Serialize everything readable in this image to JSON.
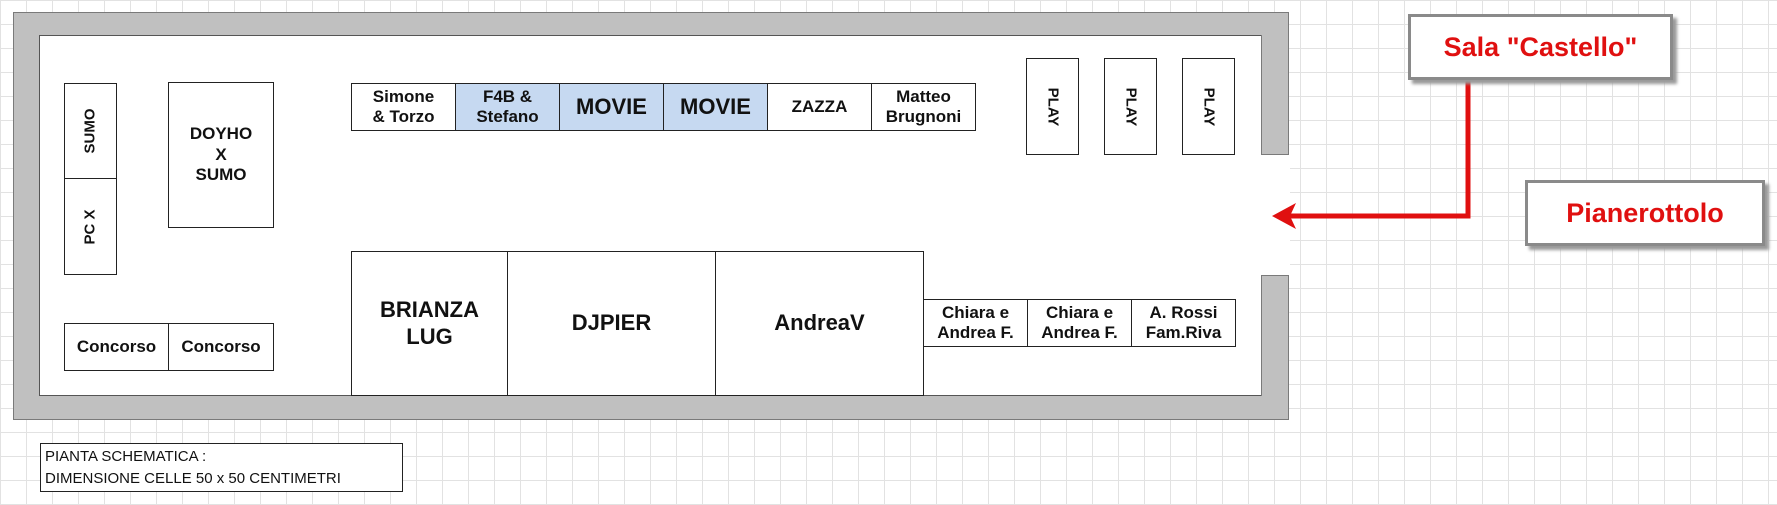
{
  "room": {
    "top_row": [
      {
        "label": "Simone\n& Torzo",
        "highlight": false
      },
      {
        "label": "F4B &\nStefano",
        "highlight": true
      },
      {
        "label": "MOVIE",
        "highlight": true
      },
      {
        "label": "MOVIE",
        "highlight": true
      },
      {
        "label": "ZAZZA",
        "highlight": false
      },
      {
        "label": "Matteo\nBrugnoni",
        "highlight": false
      }
    ],
    "play": [
      "PLAY",
      "PLAY",
      "PLAY"
    ],
    "left_column": {
      "sumo": "SUMO",
      "pcx": "PC X",
      "doyho": "DOYHO\nX\nSUMO"
    },
    "concorso": [
      "Concorso",
      "Concorso"
    ],
    "big_tables": [
      "BRIANZA\nLUG",
      "DJPIER",
      "AndreaV"
    ],
    "bottom_right": [
      "Chiara e\nAndrea F.",
      "Chiara e\nAndrea F.",
      "A. Rossi\nFam.Riva"
    ]
  },
  "callouts": {
    "sala": "Sala \"Castello\"",
    "pianerottolo": "Pianerottolo"
  },
  "legend": {
    "line1": "PIANTA SCHEMATICA :",
    "line2": "DIMENSIONE CELLE 50 x 50 CENTIMETRI"
  },
  "colors": {
    "wall": "#c0c0c0",
    "highlight": "#c6d9f1",
    "arrow": "#e01010",
    "callout_text": "#e01010"
  }
}
